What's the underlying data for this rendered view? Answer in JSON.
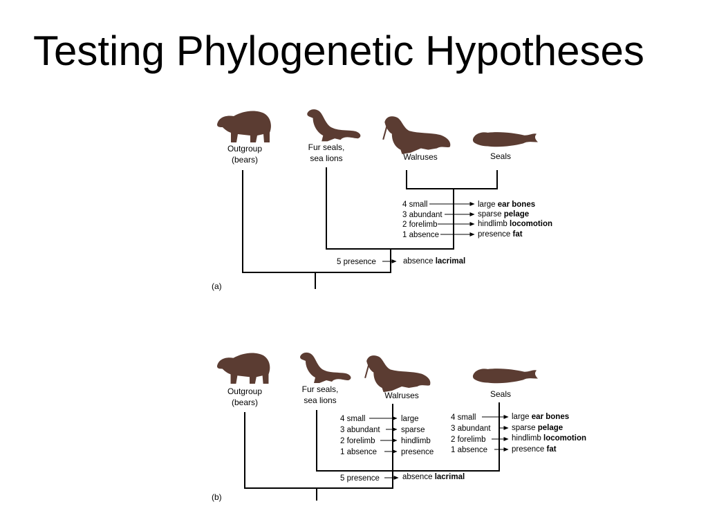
{
  "title": "Testing Phylogenetic Hypotheses",
  "icons": {
    "bear": "bear-silhouette",
    "fur_seal": "fur-seal-silhouette",
    "walrus": "walrus-silhouette",
    "seal": "seal-silhouette"
  },
  "colors": {
    "silhouette": "#5b3c32"
  },
  "tree_a": {
    "panel_label": "(a)",
    "taxa": {
      "outgroup": [
        "Outgroup",
        "(bears)"
      ],
      "fur_seals": [
        "Fur seals,",
        "sea lions"
      ],
      "walruses": "Walruses",
      "seals": "Seals"
    },
    "traits": [
      {
        "from": "4 small",
        "to": "large",
        "name": "ear bones"
      },
      {
        "from": "3 abundant",
        "to": "sparse",
        "name": "pelage"
      },
      {
        "from": "2 forelimb",
        "to": "hindlimb",
        "name": "locomotion"
      },
      {
        "from": "1 absence",
        "to": "presence",
        "name": "fat"
      }
    ],
    "root_trait": {
      "from": "5 presence",
      "to": "absence",
      "name": "lacrimal"
    }
  },
  "tree_b": {
    "panel_label": "(b)",
    "taxa": {
      "outgroup": [
        "Outgroup",
        "(bears)"
      ],
      "fur_seals": [
        "Fur seals,",
        "sea lions"
      ],
      "walruses": "Walruses",
      "seals": "Seals"
    },
    "walrus_traits": [
      {
        "from": "4 small",
        "to": "large"
      },
      {
        "from": "3 abundant",
        "to": "sparse"
      },
      {
        "from": "2 forelimb",
        "to": "hindlimb"
      },
      {
        "from": "1 absence",
        "to": "presence"
      }
    ],
    "seal_traits": [
      {
        "from": "4 small",
        "to": "large",
        "name": "ear bones"
      },
      {
        "from": "3 abundant",
        "to": "sparse",
        "name": "pelage"
      },
      {
        "from": "2 forelimb",
        "to": "hindlimb",
        "name": "locomotion"
      },
      {
        "from": "1 absence",
        "to": "presence",
        "name": "fat"
      }
    ],
    "root_trait": {
      "from": "5 presence",
      "to": "absence",
      "name": "lacrimal"
    }
  }
}
